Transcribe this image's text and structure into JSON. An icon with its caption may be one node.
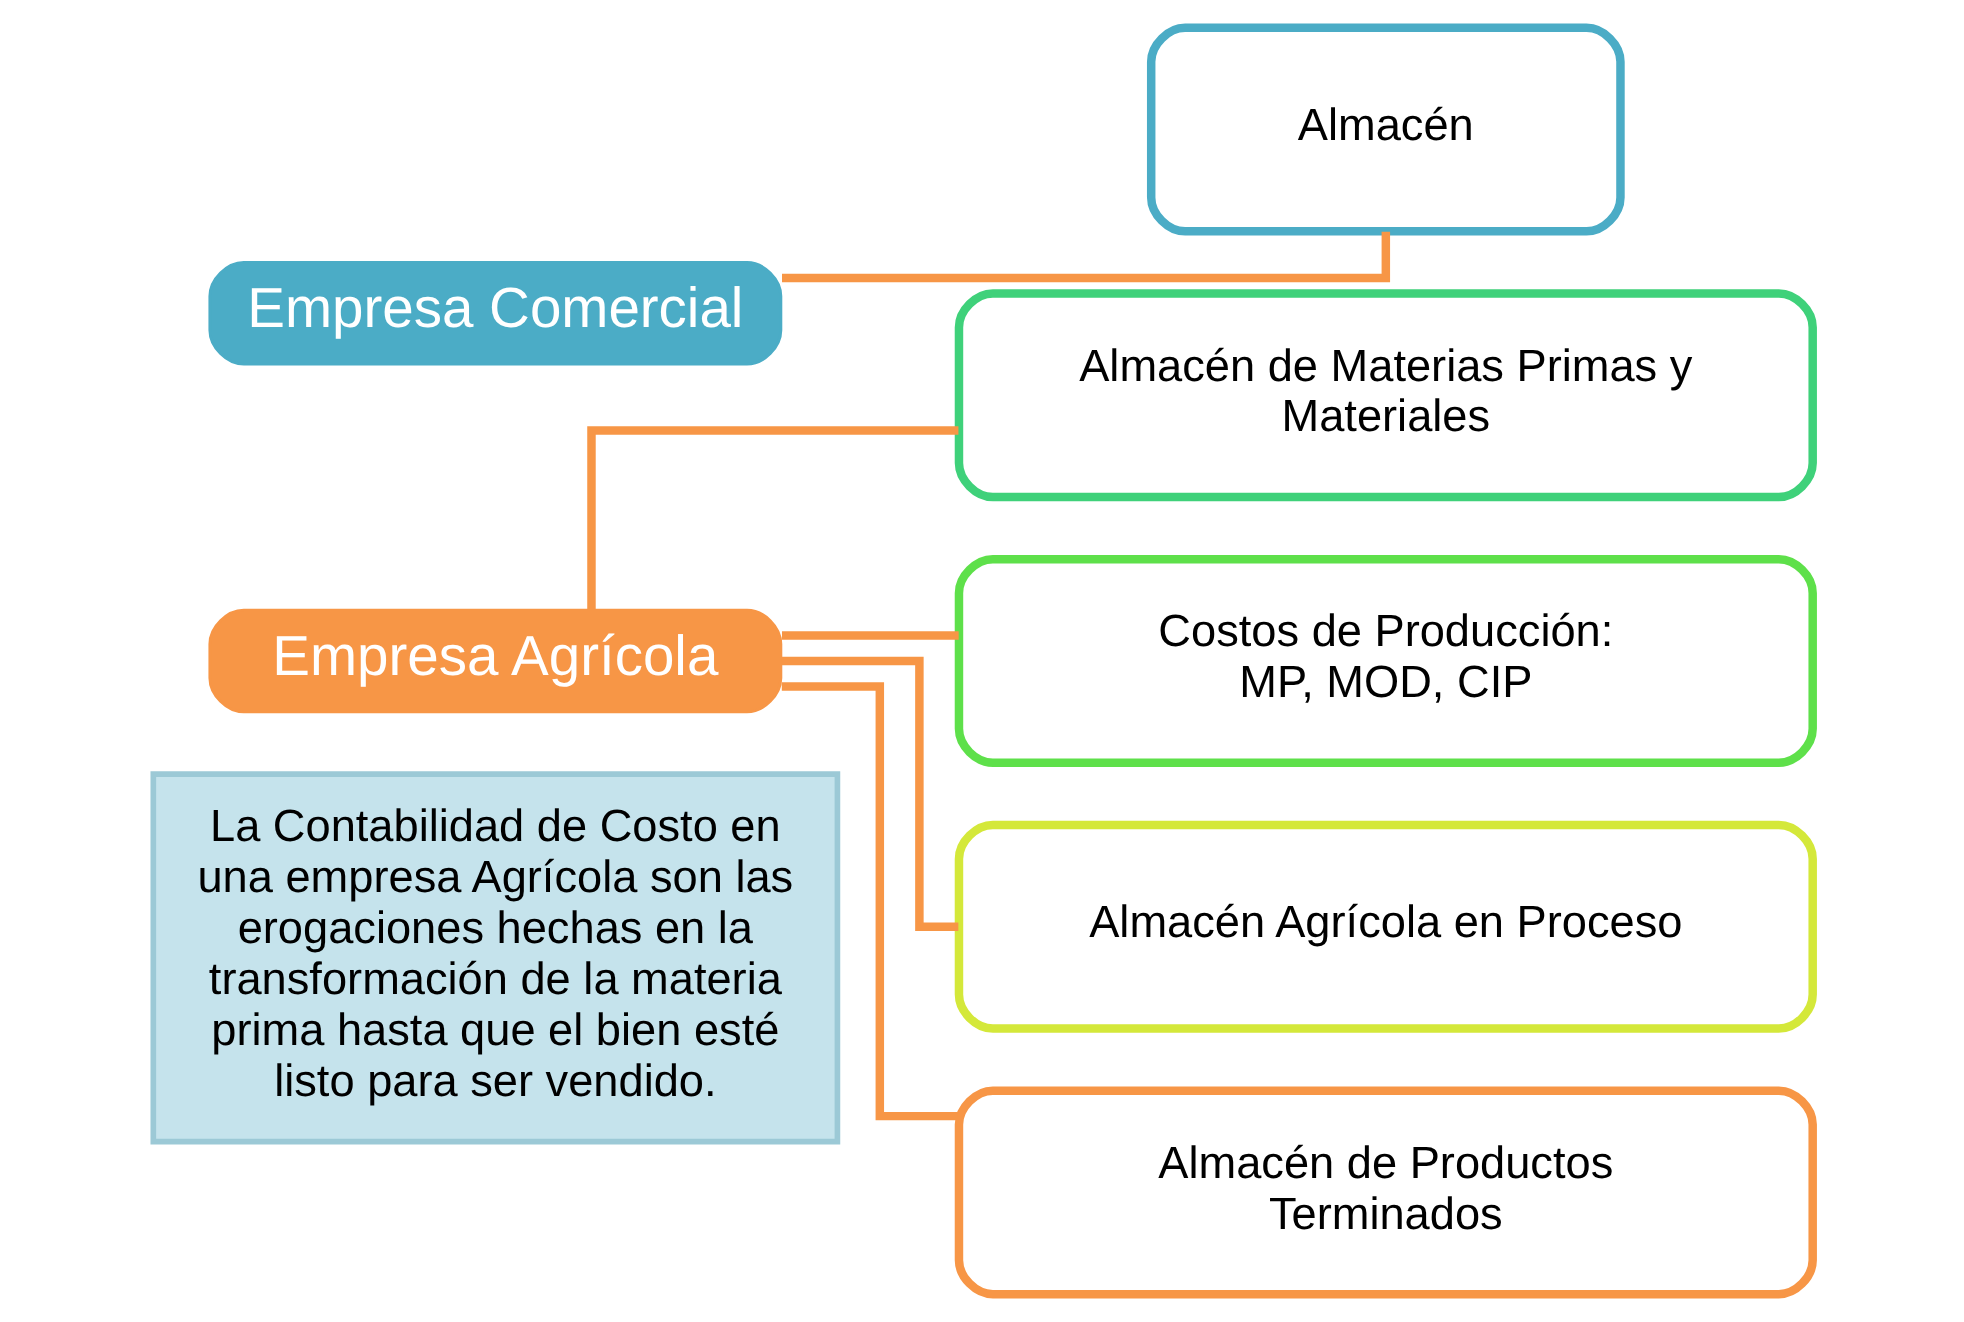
{
  "diagram": {
    "nodes": [
      {
        "text": [
          "Empresa Comercial"
        ]
      },
      {
        "text": [
          "Almacén"
        ]
      },
      {
        "text": [
          "Empresa Agrícola"
        ]
      },
      {
        "text": [
          "Almacén de Materias Primas y Materiales"
        ]
      },
      {
        "text": [
          "Costos de Producción:",
          "MP, MOD, CIP"
        ]
      },
      {
        "text": [
          "Almacén Agrícola en Proceso"
        ]
      },
      {
        "text": [
          "Almacén de Productos Terminados"
        ]
      },
      {
        "text": [
          "La Contabilidad de Costo en una empresa Agrícola son las erogaciones hechas en la transformación de la materia prima hasta que el bien esté listo para ser vendido."
        ]
      }
    ],
    "edges": [
      {
        "from": 0,
        "to": 1,
        "arrow": "none"
      },
      {
        "from": 2,
        "to": 3,
        "arrow": "none"
      },
      {
        "from": 2,
        "to": 4,
        "arrow": "none"
      },
      {
        "from": 2,
        "to": 5,
        "arrow": "none"
      },
      {
        "from": 2,
        "to": 6,
        "arrow": "none"
      }
    ]
  }
}
